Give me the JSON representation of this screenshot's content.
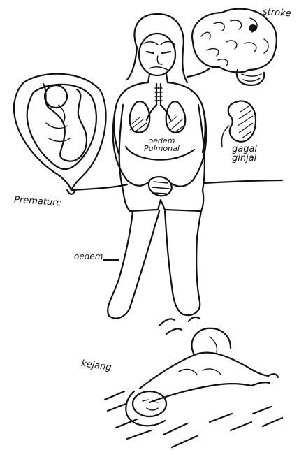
{
  "labels": {
    "stroke": "stroke",
    "oedem_pulmonal_line1": "oedem",
    "oedem_pulmonal_line2": "Pulmonal",
    "gagal_ginjal_line1": "gagal",
    "gagal_ginjal_line2": "ginjal",
    "premature": "Premature",
    "oedem": "oedem",
    "kejang": "kejang"
  }
}
